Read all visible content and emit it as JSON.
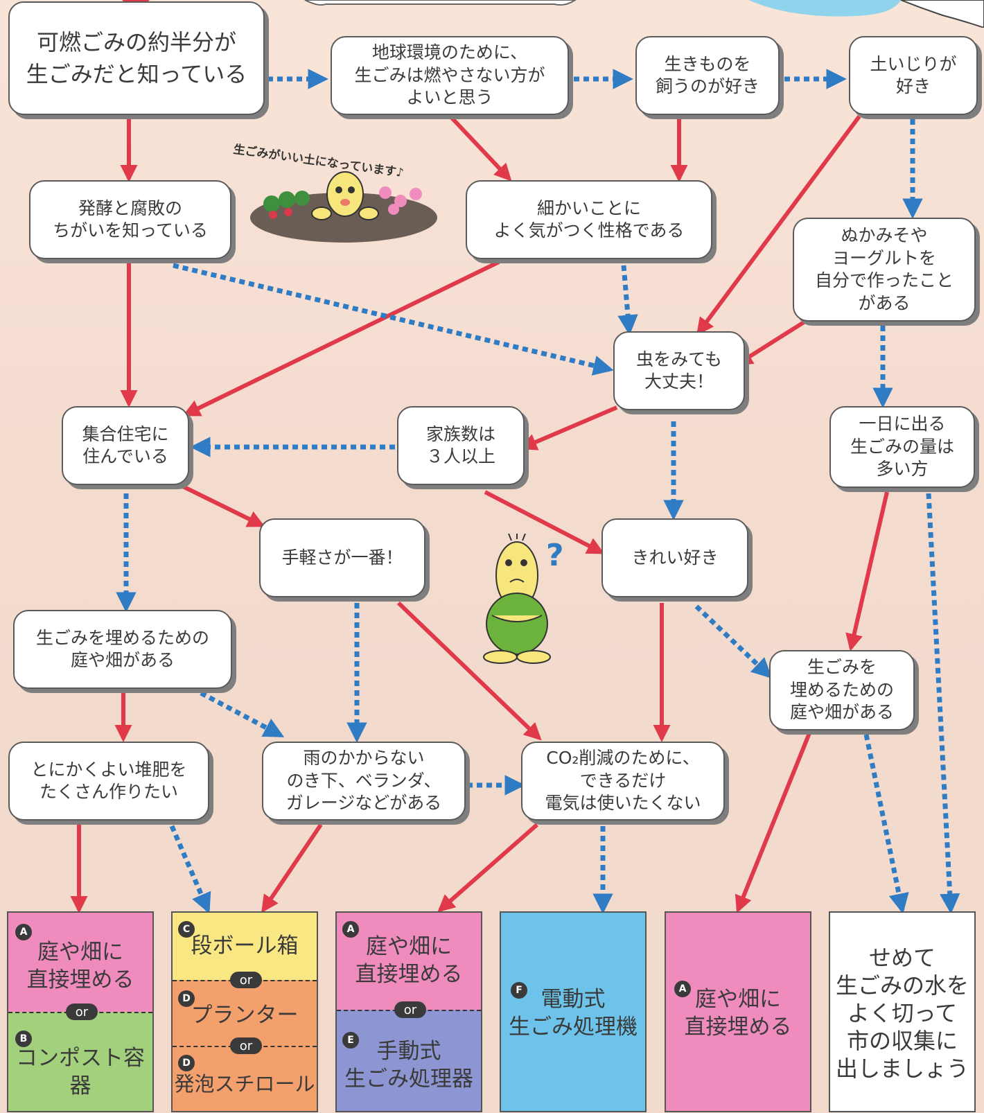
{
  "nodes": {
    "n1": "可燃ごみの約半分が\n生ごみだと知っている",
    "n2": "地球環境のために、\n生ごみは燃やさない方が\nよいと思う",
    "n3": "生きものを\n飼うのが好き",
    "n4": "土いじりが\n好き",
    "n5": "発酵と腐敗の\nちがいを知っている",
    "n6": "細かいことに\nよく気がつく性格である",
    "n7": "ぬかみそや\nヨーグルトを\n自分で作ったこと\nがある",
    "n8": "虫をみても\n大丈夫！",
    "n9": "集合住宅に\n住んでいる",
    "n10": "家族数は\n３人以上",
    "n11": "一日に出る\n生ごみの量は\n多い方",
    "n12": "手軽さが一番！",
    "n13": "きれい好き",
    "n14": "生ごみを埋めるための\n庭や畑がある",
    "n15": "生ごみを\n埋めるための\n庭や畑がある",
    "n16": "とにかくよい堆肥を\nたくさん作りたい",
    "n17": "雨のかからない\nのき下、ベランダ、\nガレージなどがある",
    "n18": "CO₂削減のために、\nできるだけ\n電気は使いたくない"
  },
  "caption": "生ごみがいい土になっています♪",
  "question_mark": "?",
  "results": {
    "r1": {
      "a_badge": "A",
      "a_text": "庭や畑に\n直接埋める",
      "or": "or",
      "b_badge": "B",
      "b_text": "コンポスト容器"
    },
    "r2": {
      "c_badge": "C",
      "c_text": "段ボール箱",
      "or1": "or",
      "d1_badge": "D",
      "d1_text": "プランター",
      "or2": "or",
      "d2_badge": "D",
      "d2_text": "発泡スチロール"
    },
    "r3": {
      "a_badge": "A",
      "a_text": "庭や畑に\n直接埋める",
      "or": "or",
      "e_badge": "E",
      "e_text": "手動式\n生ごみ処理器"
    },
    "r4": {
      "f_badge": "F",
      "f_text": "電動式\n生ごみ処理機"
    },
    "r5": {
      "a_badge": "A",
      "a_text": "庭や畑に\n直接埋める"
    },
    "r6": {
      "text": "せめて\n生ごみの水を\nよく切って\n市の収集に\n出しましょう"
    }
  },
  "colors": {
    "yes_arrow": "#e0394a",
    "no_arrow": "#2f7cc4",
    "pink": "#ef8cbd",
    "green": "#a3d07c",
    "yellow": "#f9e783",
    "orange": "#f4a06d",
    "purple": "#8e95d3",
    "sky": "#6ec3ea",
    "white": "#ffffff"
  }
}
